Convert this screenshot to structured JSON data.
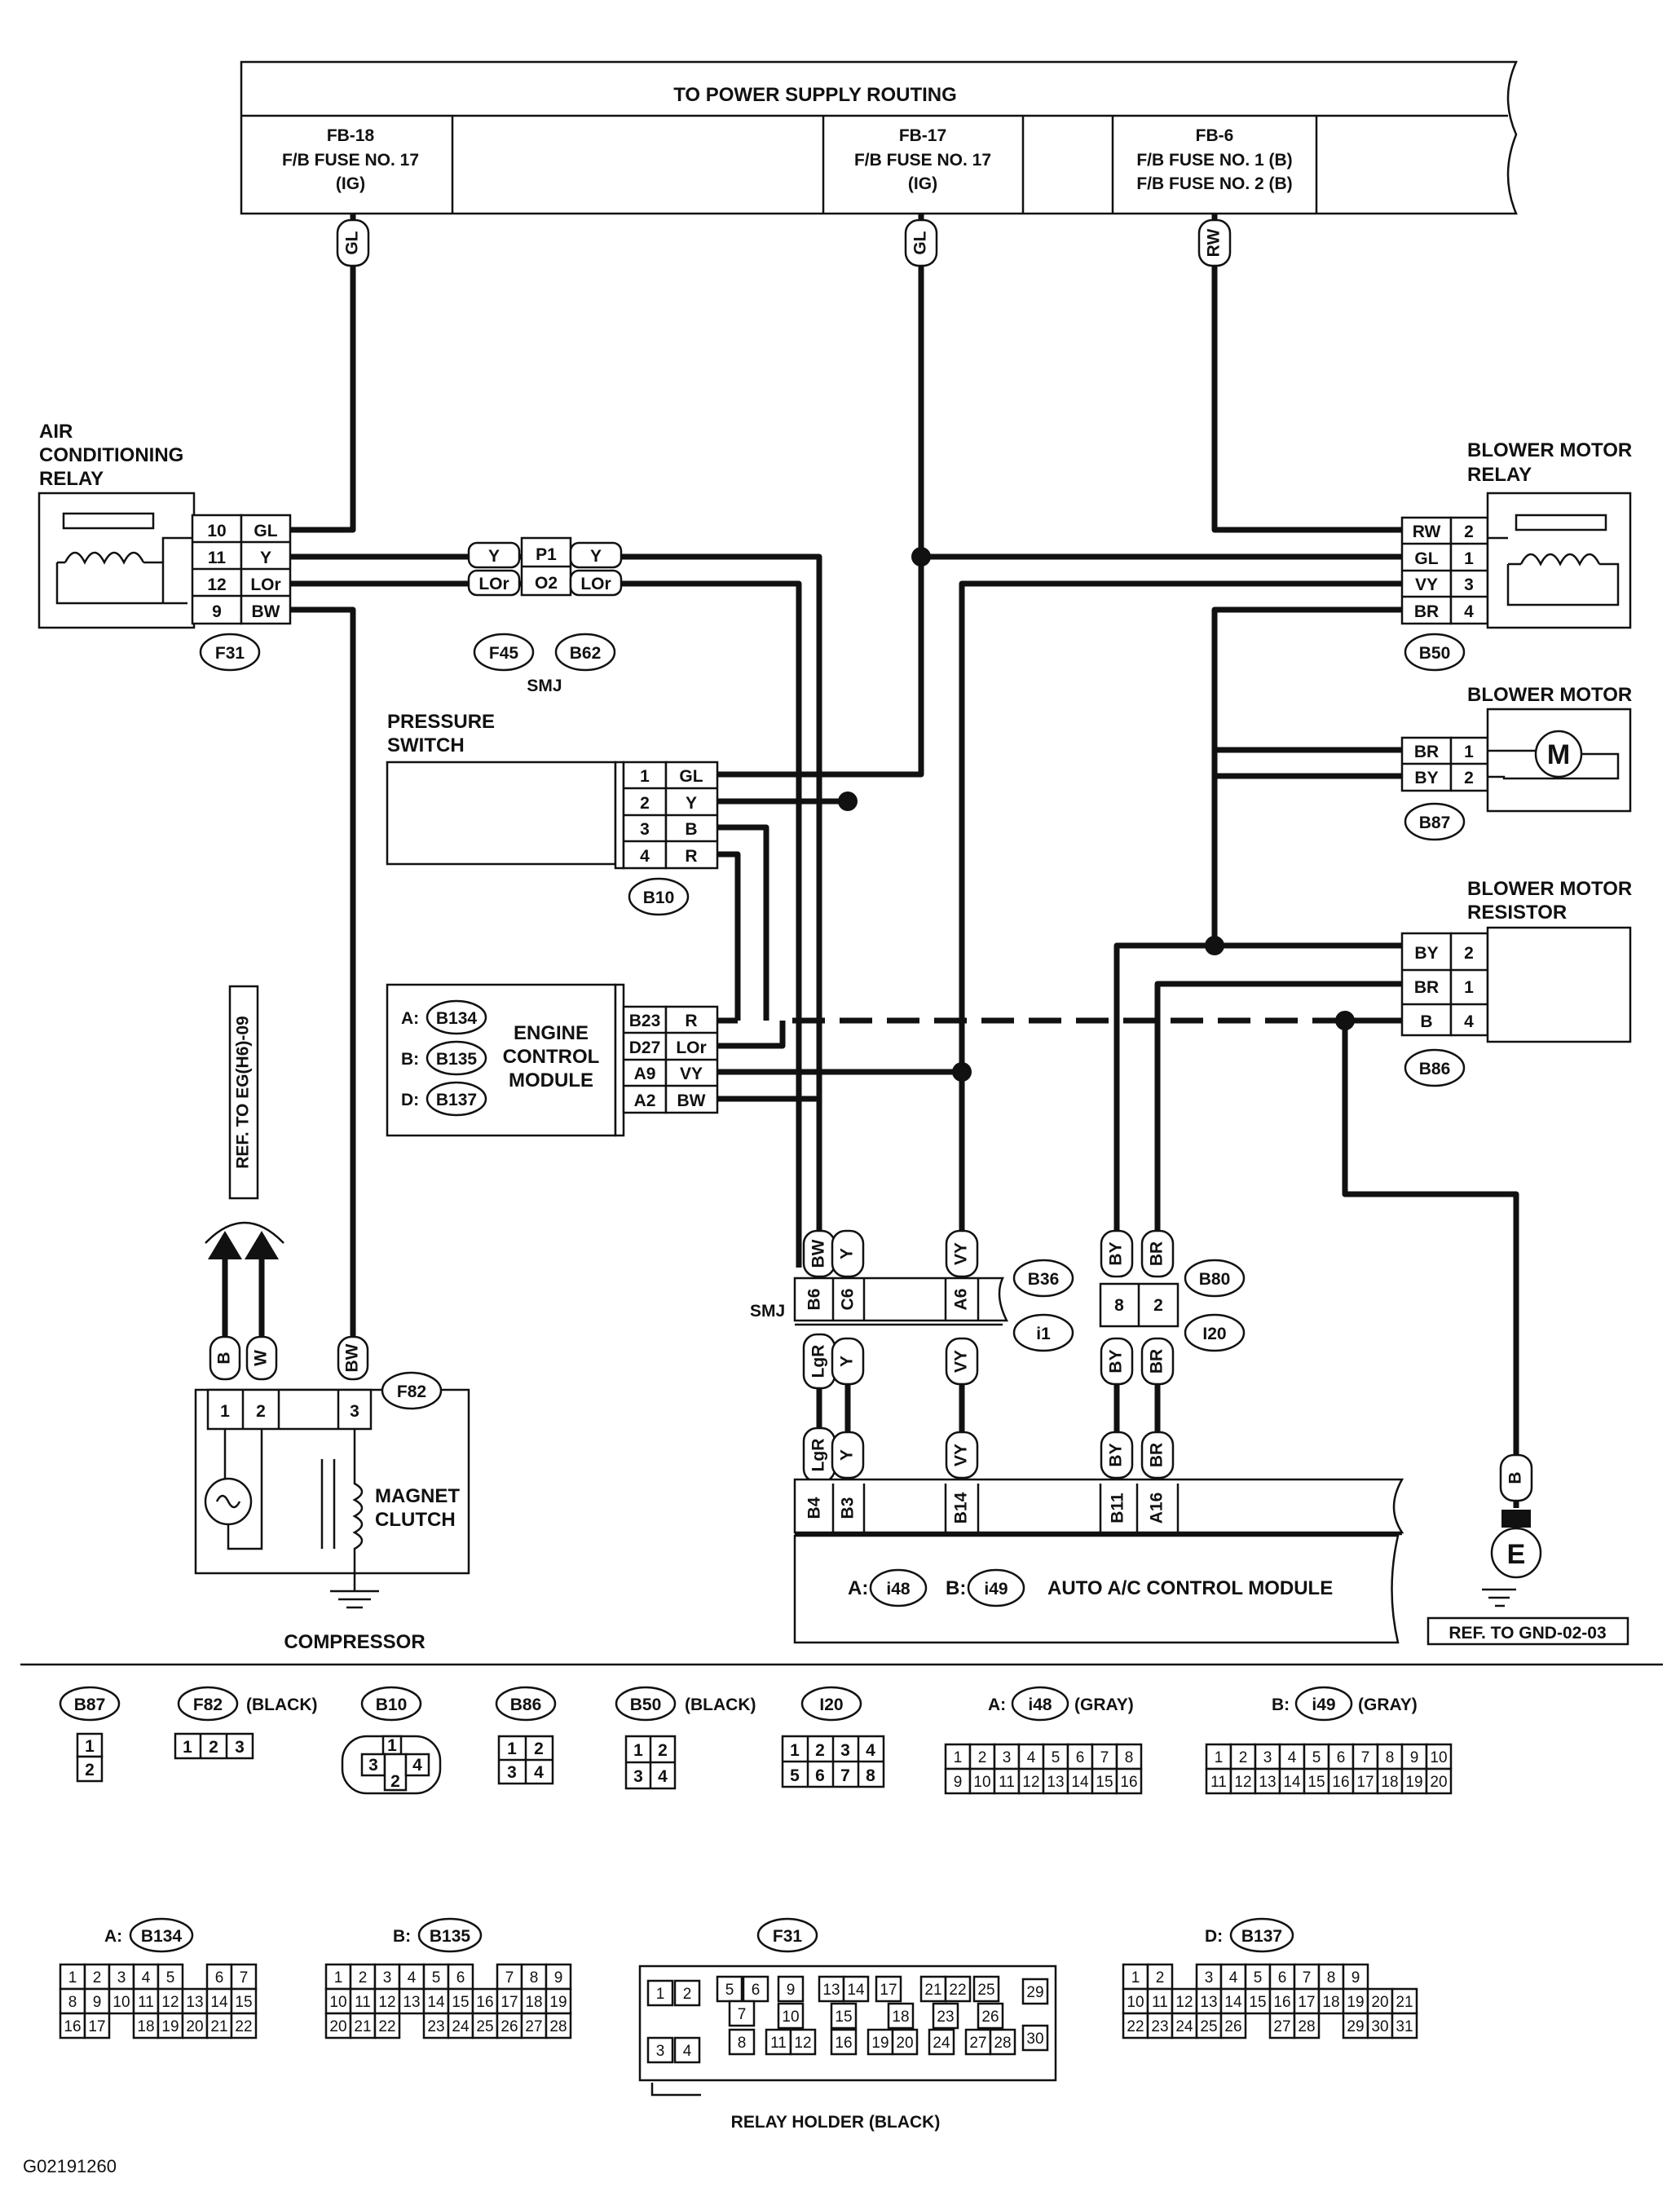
{
  "power_supply": {
    "title": "TO POWER SUPPLY ROUTING",
    "fb18": [
      "FB-18",
      "F/B FUSE NO. 17",
      "(IG)"
    ],
    "fb17": [
      "FB-17",
      "F/B FUSE NO. 17",
      "(IG)"
    ],
    "fb6": [
      "FB-6",
      "F/B FUSE NO. 1 (B)",
      "F/B FUSE NO. 2 (B)"
    ]
  },
  "components": {
    "ac_relay": [
      "AIR",
      "CONDITIONING",
      "RELAY"
    ],
    "blower_relay": [
      "BLOWER MOTOR",
      "RELAY"
    ],
    "blower_motor": "BLOWER MOTOR",
    "blower_resistor": [
      "BLOWER MOTOR",
      "RESISTOR"
    ],
    "pressure_switch": [
      "PRESSURE",
      "SWITCH"
    ],
    "ecm": [
      "ENGINE",
      "CONTROL",
      "MODULE"
    ],
    "magnet_clutch": [
      "MAGNET",
      "CLUTCH"
    ],
    "compressor": "COMPRESSOR",
    "auto_ac": "AUTO A/C CONTROL MODULE",
    "smj": "SMJ",
    "ref_eg": "REF. TO EG(H6)-09",
    "ref_gnd": "REF. TO GND-02-03",
    "motor_symbol": "M",
    "ground_symbol": "E",
    "relay_holder": "RELAY HOLDER (BLACK)",
    "footer_code": "G02191260"
  },
  "wire_colors": {
    "gl": "GL",
    "rw": "RW",
    "y": "Y",
    "lor": "LOr",
    "bw": "BW",
    "vy": "VY",
    "br": "BR",
    "by": "BY",
    "b": "B",
    "r": "R",
    "lgr": "LgR",
    "w": "W"
  },
  "pins": {
    "ac_relay": [
      "10",
      "11",
      "12",
      "9"
    ],
    "smj_f45": [
      "P1",
      "O2"
    ],
    "blower_relay": [
      "2",
      "1",
      "3",
      "4"
    ],
    "blower_motor": [
      "1",
      "2"
    ],
    "pressure_switch": [
      "1",
      "2",
      "3",
      "4"
    ],
    "ecm": [
      "B23",
      "D27",
      "A9",
      "A2"
    ],
    "resistor": [
      "2",
      "1",
      "4"
    ],
    "smj_b36": [
      "B6",
      "C6",
      "A6"
    ],
    "smj_b80": [
      "8",
      "2"
    ],
    "auto_ac": [
      "B4",
      "B3",
      "B14",
      "B11",
      "A16"
    ],
    "compressor": [
      "1",
      "2",
      "3"
    ]
  },
  "connectors": {
    "f31": "F31",
    "f45": "F45",
    "b62": "B62",
    "b50": "B50",
    "b87": "B87",
    "b10": "B10",
    "b86": "B86",
    "b134": "B134",
    "b135": "B135",
    "b137": "B137",
    "b36": "B36",
    "i1": "i1",
    "b80": "B80",
    "i20": "I20",
    "f82": "F82",
    "i48": "i48",
    "i49": "i49"
  },
  "prefixes": {
    "a": "A:",
    "b": "B:",
    "d": "D:"
  },
  "legend": {
    "black": "(BLACK)",
    "gray": "(GRAY)",
    "b87_pins": [
      "1",
      "2"
    ],
    "f82_pins": [
      "1",
      "2",
      "3"
    ],
    "b10_pins": [
      "1",
      "2",
      "3",
      "4"
    ],
    "b86_pins": [
      "1",
      "2",
      "3",
      "4"
    ],
    "b50_pins": [
      "1",
      "2",
      "3",
      "4"
    ],
    "i20_pins": [
      "1",
      "2",
      "3",
      "4",
      "5",
      "6",
      "7",
      "8"
    ],
    "i48_pins": [
      "1",
      "2",
      "3",
      "4",
      "5",
      "6",
      "7",
      "8",
      "9",
      "10",
      "11",
      "12",
      "13",
      "14",
      "15",
      "16"
    ],
    "i49_pins": [
      "1",
      "2",
      "3",
      "4",
      "5",
      "6",
      "7",
      "8",
      "9",
      "10",
      "11",
      "12",
      "13",
      "14",
      "15",
      "16",
      "17",
      "18",
      "19",
      "20"
    ],
    "b134_rows": [
      [
        "1",
        "2",
        "3",
        "4",
        "5",
        "",
        "6",
        "7"
      ],
      [
        "8",
        "9",
        "10",
        "11",
        "12",
        "13",
        "14",
        "15"
      ],
      [
        "16",
        "17",
        "",
        "18",
        "19",
        "20",
        "21",
        "22"
      ]
    ],
    "b135_rows": [
      [
        "1",
        "2",
        "3",
        "4",
        "5",
        "6",
        "",
        "7",
        "8",
        "9"
      ],
      [
        "10",
        "11",
        "12",
        "13",
        "14",
        "15",
        "16",
        "17",
        "18",
        "19"
      ],
      [
        "20",
        "21",
        "22",
        "",
        "23",
        "24",
        "25",
        "26",
        "27",
        "28"
      ]
    ],
    "b137_rows": [
      [
        "1",
        "2",
        "",
        "3",
        "4",
        "5",
        "6",
        "7",
        "8",
        "9"
      ],
      [
        "10",
        "11",
        "12",
        "13",
        "14",
        "15",
        "16",
        "17",
        "18",
        "19",
        "20",
        "21"
      ],
      [
        "22",
        "23",
        "24",
        "25",
        "26",
        "",
        "27",
        "28",
        "",
        "29",
        "30",
        "31"
      ]
    ],
    "f31_cells": [
      "1",
      "2",
      "3",
      "4",
      "5",
      "6",
      "7",
      "8",
      "9",
      "10",
      "11",
      "12",
      "13",
      "14",
      "15",
      "16",
      "17",
      "18",
      "19",
      "20",
      "21",
      "22",
      "23",
      "24",
      "25",
      "26",
      "27",
      "28",
      "29",
      "30"
    ]
  }
}
